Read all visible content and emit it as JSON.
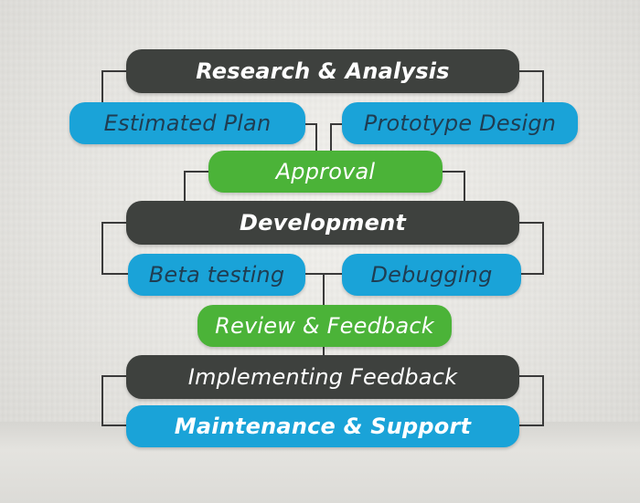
{
  "steps": {
    "research": "Research & Analysis",
    "estimated_plan": "Estimated Plan",
    "prototype_design": "Prototype Design",
    "approval": "Approval",
    "development": "Development",
    "beta_testing": "Beta testing",
    "debugging": "Debugging",
    "review_feedback": "Review & Feedback",
    "implementing_feedback": "Implementing Feedback",
    "maintenance_support": "Maintenance & Support"
  },
  "colors": {
    "dark": "#3e413e",
    "blue": "#1aa3d8",
    "green": "#4bb338",
    "connector": "#3a3a3a"
  }
}
